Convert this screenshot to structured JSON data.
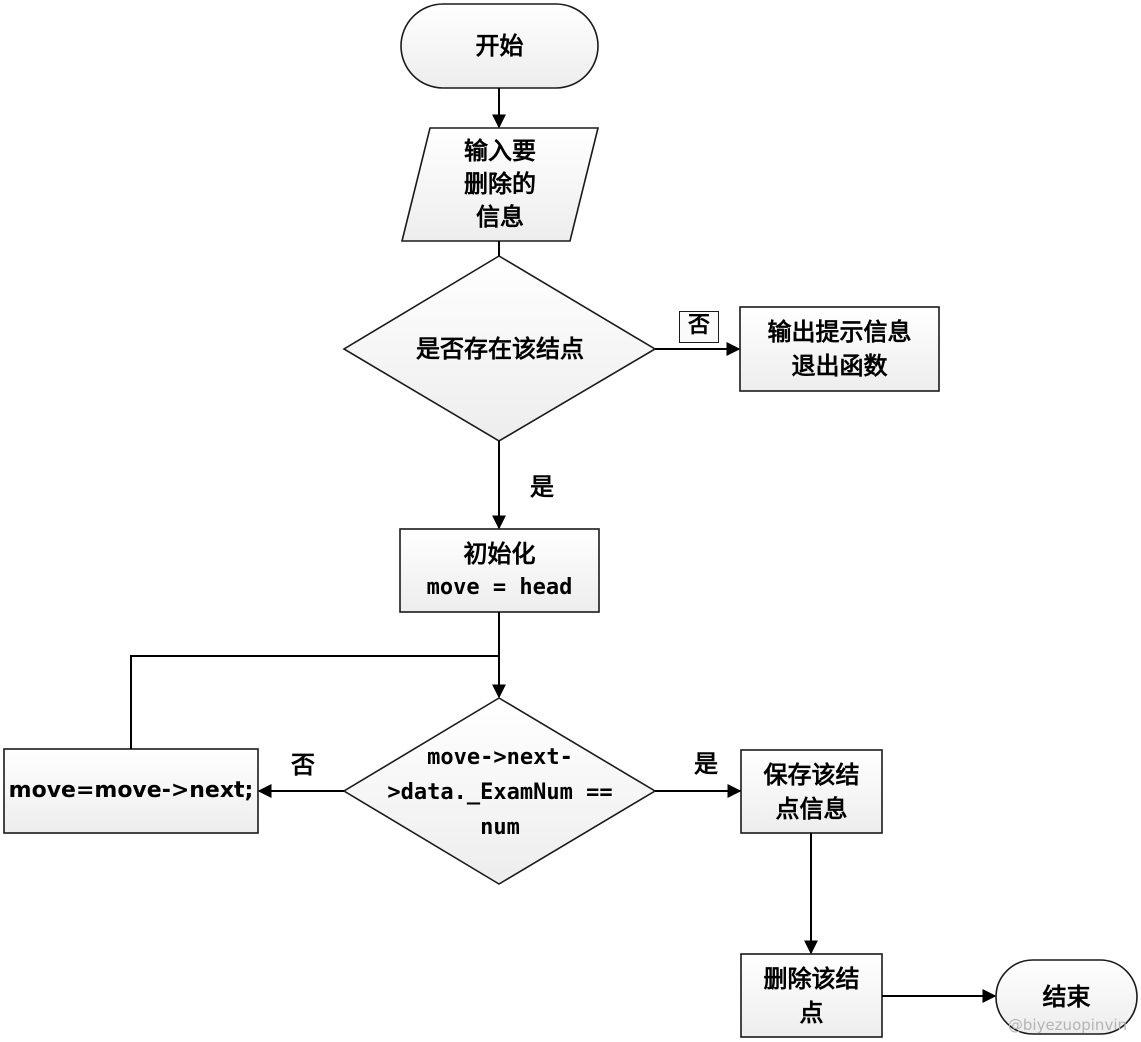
{
  "nodes": {
    "start": {
      "text": "开始"
    },
    "input": {
      "line1": "输入要",
      "line2": "删除的",
      "line3": "信息"
    },
    "exists_check": {
      "text": "是否存在该结点"
    },
    "not_found": {
      "line1": "输出提示信息",
      "line2": "退出函数"
    },
    "init": {
      "line1": "初始化",
      "line2": "move = head"
    },
    "compare": {
      "line1": "move->next-",
      "line2": ">data._ExamNum ==",
      "line3": "num"
    },
    "advance": {
      "text": "move=move->next;"
    },
    "save": {
      "line1": "保存该结",
      "line2": "点信息"
    },
    "delete": {
      "line1": "删除该结",
      "line2": "点"
    },
    "end": {
      "text": "结束"
    }
  },
  "edges": {
    "exists_no": "否",
    "exists_yes": "是",
    "compare_no": "否",
    "compare_yes": "是"
  },
  "watermark": "@biyezuopinvin",
  "colors": {
    "stroke": "#1a1a1a",
    "fill_top": "#ffffff",
    "fill_bottom": "#ededed",
    "watermark": "#b4b4b4"
  }
}
